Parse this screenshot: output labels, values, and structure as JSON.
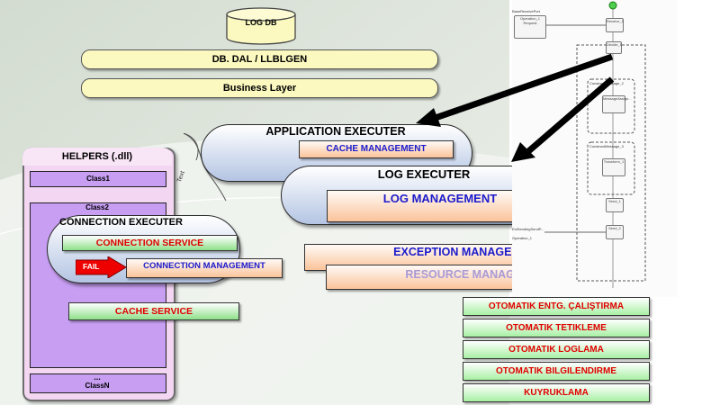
{
  "diagram": {
    "top": {
      "db_label": "LOG DB",
      "dal_label": "DB. DAL / LLBLGEN",
      "business_label": "Business Layer"
    },
    "helpers": {
      "title": "HELPERS (.dll)",
      "class1": "Class1",
      "class2": "Class2",
      "classn_dots": "...",
      "classn": "ClassN"
    },
    "text_annotation": "Text",
    "application_executer": {
      "title": "APPLICATION EXECUTER",
      "cache_management": "CACHE MANAGEMENT"
    },
    "log_executer": {
      "title": "LOG EXECUTER",
      "log_management": "LOG MANAGEMENT"
    },
    "connection_executer": {
      "title": "CONNECTION EXECUTER",
      "connection_service": "CONNECTION SERVICE",
      "connection_management": "CONNECTION MANAGEMENT",
      "fail_label": "FAIL"
    },
    "cache_service": "CACHE SERVICE",
    "exception_management": "EXCEPTION MANAGEMENT",
    "resource_management": "RESOURCE MANAGEMENT",
    "automation_items": [
      "OTOMATIK ENTG. ÇALIŞTIRMA",
      "OTOMATIK TETIKLEME",
      "OTOMATIK LOGLAMA",
      "OTOMATIK BILGILENDIRME",
      "KUYRUKLAMA"
    ],
    "workflow": {
      "receive_port_label": "BaseReceivePort",
      "operation_label": "Operation_1",
      "request_label": "Request",
      "receive_shape": "Receive_1",
      "decide_shape": "Decide_1",
      "construct_message_1": "ConstructMessage_2",
      "message_assign": "MessageAssign...",
      "construct_message_2": "ConstructMessage_3",
      "transform_shape": "Transform_1",
      "send_1": "Send_1",
      "send_port_label": "ExtSendingSendP...",
      "operation_2": "Operation_1",
      "send_2": "Send_2"
    }
  }
}
